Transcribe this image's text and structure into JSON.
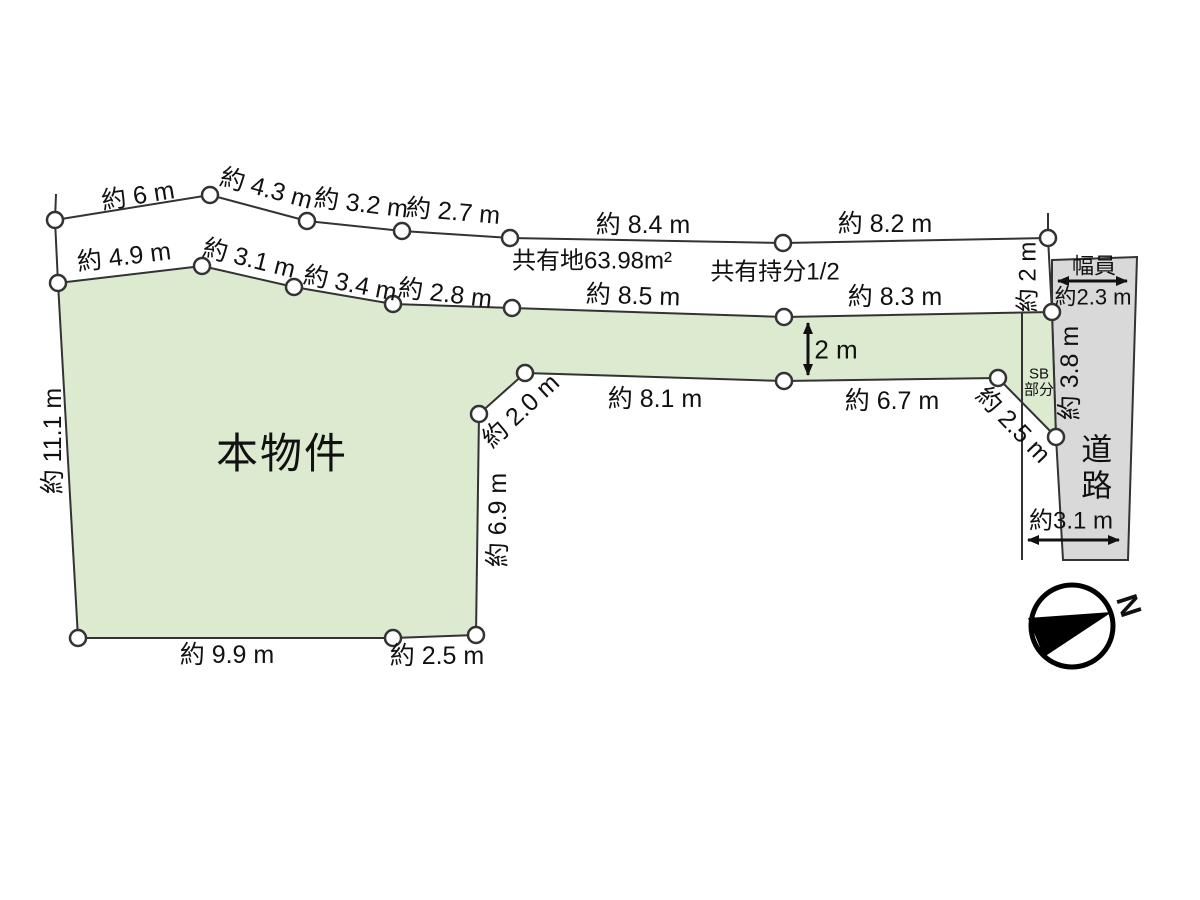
{
  "areas": {
    "main_property": "本物件",
    "road": "道路",
    "shared_land": "共有地63.98m²",
    "shared_ownership": "共有持分1/2",
    "setback": "SB\n部分"
  },
  "dims": {
    "outer_top": [
      "約 6 m",
      "約 4.3 m",
      "約 3.2 m",
      "約 2.7 m",
      "約 8.4 m",
      "約 8.2 m"
    ],
    "inner_top": [
      "約 4.9 m",
      "約 3.1 m",
      "約 3.4 m",
      "約 2.8 m",
      "約 8.5 m",
      "約 8.3 m"
    ],
    "left_side": "約 11.1 m",
    "bottom": [
      "約 9.9 m",
      "約 2.5 m"
    ],
    "notch_diagonal": "約 2.0 m",
    "notch_vertical": "約 6.9 m",
    "strip_height": "2 m",
    "strip_bottom_left": "約 8.1 m",
    "strip_bottom_right": "約 6.7 m",
    "right_side_upper": "約 2 m",
    "road_width_label": "幅員",
    "road_width_value": "約2.3 m",
    "road_length": "約 3.8 m",
    "setback_diagonal": "約 2.5 m",
    "road_bottom_width": "約3.1 m"
  },
  "compass": {
    "north": "N"
  },
  "colors": {
    "property_fill": "#dcead0",
    "road_fill": "#d9d9d9",
    "line": "#333333"
  }
}
